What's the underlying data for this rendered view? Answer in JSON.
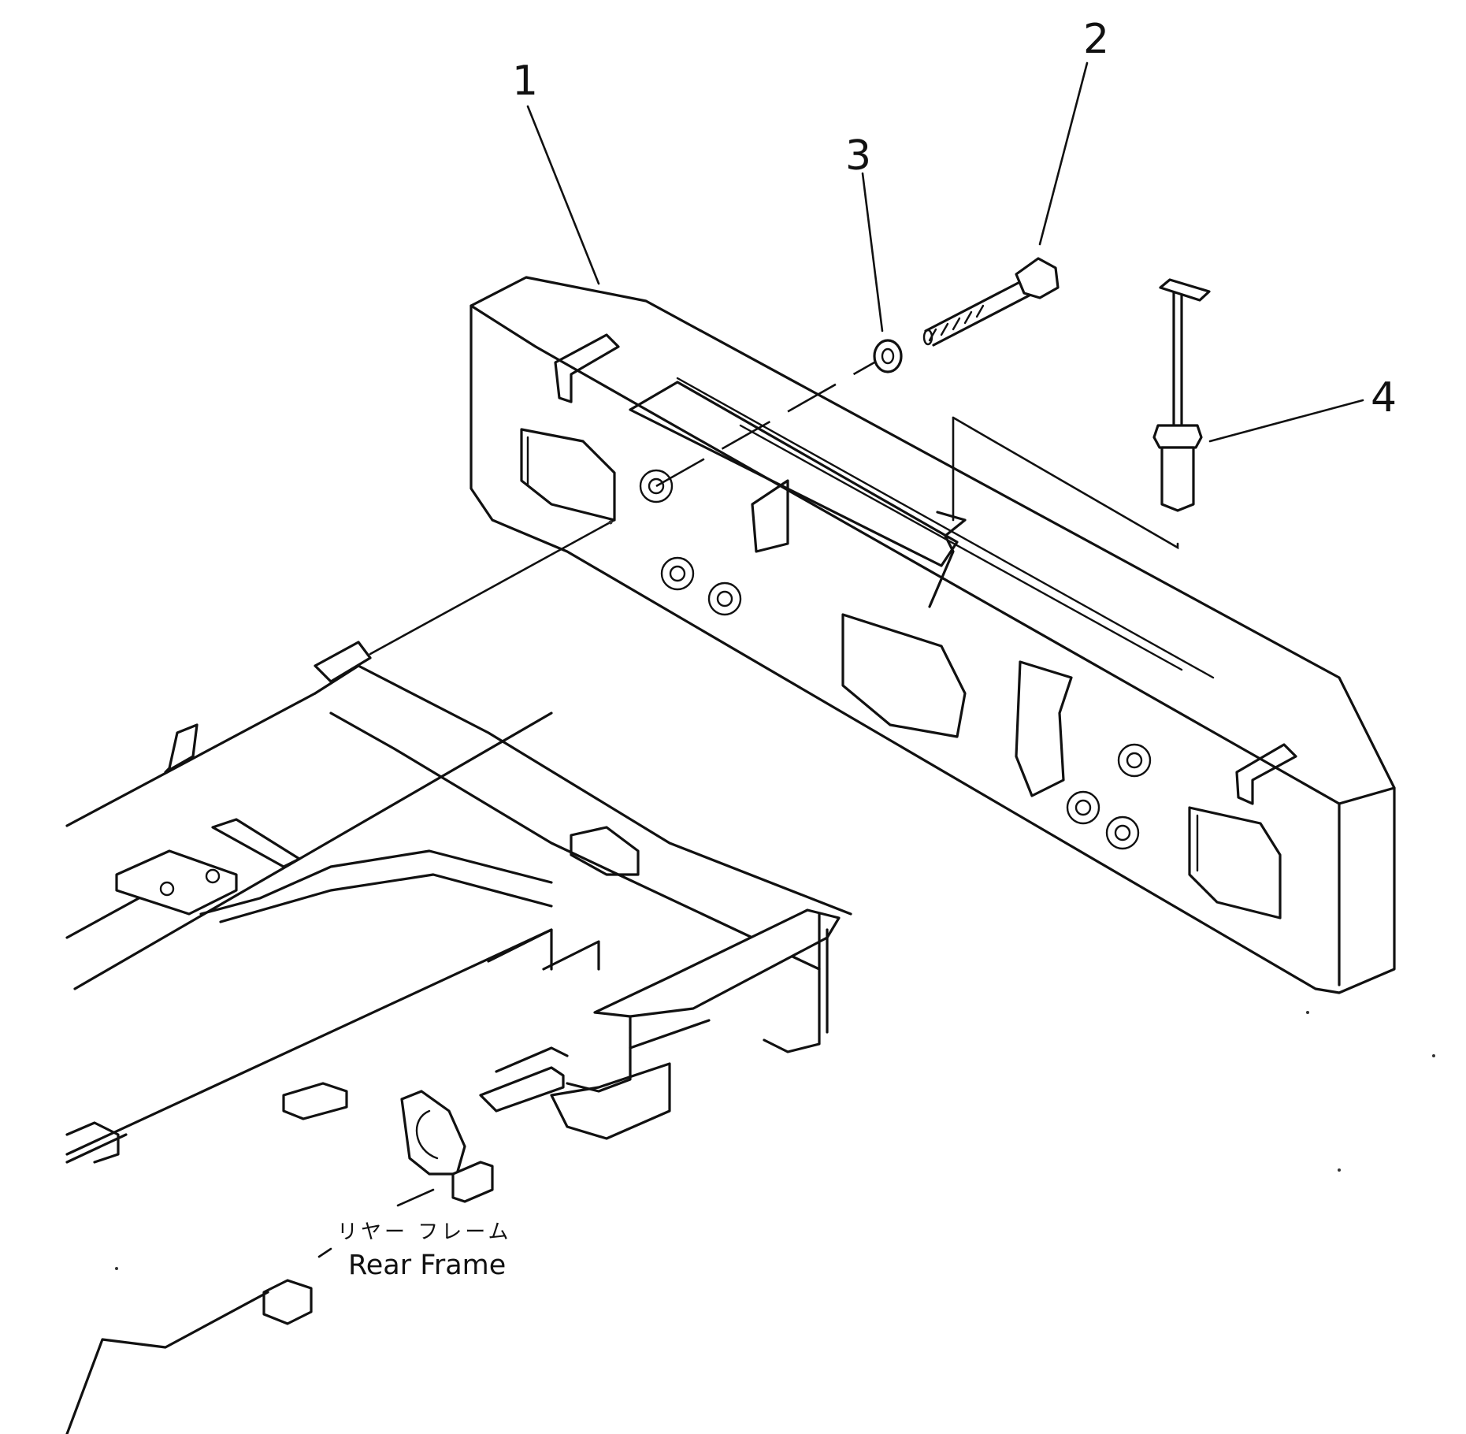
{
  "callouts": [
    {
      "number": "1"
    },
    {
      "number": "2"
    },
    {
      "number": "3"
    },
    {
      "number": "4"
    }
  ],
  "frame_label": {
    "japanese": "リヤー フレーム",
    "english": "Rear Frame"
  }
}
